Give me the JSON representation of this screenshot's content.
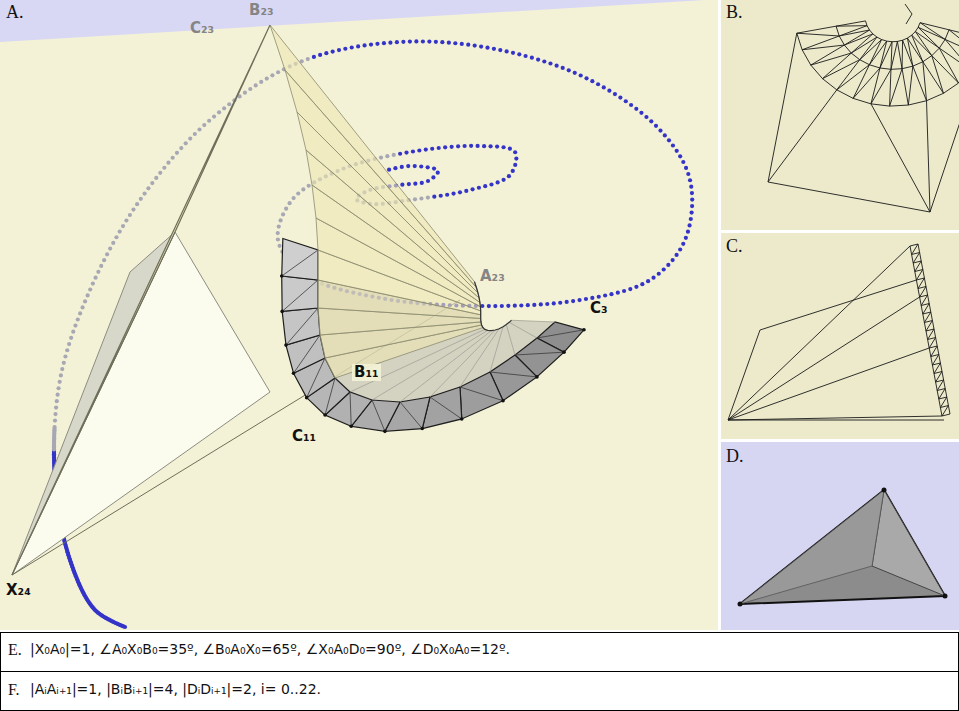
{
  "diagram": {
    "labels": [
      "A.",
      "B₂₃",
      "C₂₃",
      "A₂₃",
      "C₃",
      "B₁₁",
      "C₁₁",
      "X₂₄",
      "B.",
      "C.",
      "D.",
      "E.",
      "|X₀A₀|=1, ∠A₀X₀B₀=35º, ∠B₀A₀X₀=65º, ∠X₀A₀D₀=90º, ∠D₀X₀A₀=12º.",
      "F.",
      "|AᵢAᵢ₊₁|=1, |BᵢBᵢ₊₁|=4, |DᵢDᵢ₊₁|=2, i= 0..22."
    ]
  }
}
